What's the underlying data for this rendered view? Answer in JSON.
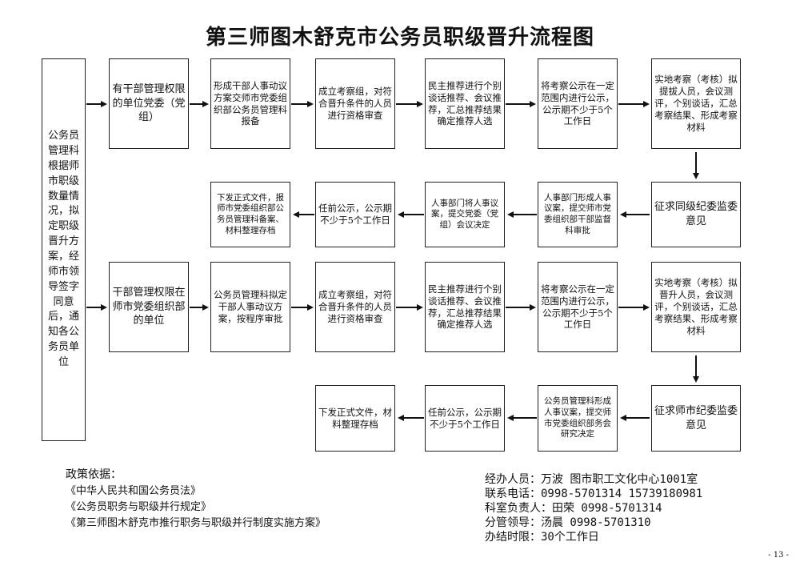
{
  "title": "第三师图木舒克市公务员职级晋升流程图",
  "left_box": "公务员管理科根据师市职级数量情况，拟定职级晋升方案，经师市领导签字同意后，通知各公务员单位",
  "flow_a": {
    "row1": [
      "有干部管理权限的单位党委（党组）",
      "形成干部人事动议方案交师市党委组织部公务员管理科报备",
      "成立考察组，对符合晋升条件的人员进行资格审查",
      "民主推荐进行个别谈话推荐、会议推荐，汇总推荐结果确定推荐人选",
      "将考察公示在一定范围内进行公示，公示期不少于5个工作日",
      "实地考察（考核）拟提拔人员，会议测评，个别谈话，汇总考察结果、形成考察材料"
    ],
    "row2": [
      "下发正式文件，报师市党委组织部公务员管理科备案、材料整理存档",
      "任前公示，公示期不少于5个工作日",
      "人事部门将人事议案，提交党委（党组）会议决定",
      "人事部门形成人事议案，提交师市党委组织部干部监督科审批",
      "征求同级纪委监委意见"
    ]
  },
  "flow_b": {
    "row1": [
      "干部管理权限在师市党委组织部的单位",
      "公务员管理科拟定干部人事动议方案，按程序审批",
      "成立考察组，对符合晋升条件的人员进行资格审查",
      "民主推荐进行个别谈话推荐、会议推荐，汇总推荐结果确定推荐人选",
      "将考察公示在一定范围内进行公示，公示期不少于5个工作日",
      "实地考察（考核）拟晋升人员，会议测评，个别谈话，汇总考察结果、形成考察材料"
    ],
    "row2": [
      "下发正式文件，材料整理存档",
      "任前公示，公示期不少于5个工作日",
      "公务员管理科形成人事议案，提交师市党委组织部务会研究决定",
      "征求师市纪委监委意见"
    ]
  },
  "policy": {
    "heading": "政策依据：",
    "items": [
      "《中华人民共和国公务员法》",
      "《公务员职务与职级并行规定》",
      "《第三师图木舒克市推行职务与职级并行制度实施方案》"
    ]
  },
  "contact": [
    "经办人员：万波    图市职工文化中心1001室",
    "联系电话：0998-5701314   15739180981",
    "科室负责人：田荣     0998-5701314",
    "分管领导：汤晨      0998-5701310",
    "办结时限：30个工作日"
  ],
  "page_number": "- 13 -"
}
